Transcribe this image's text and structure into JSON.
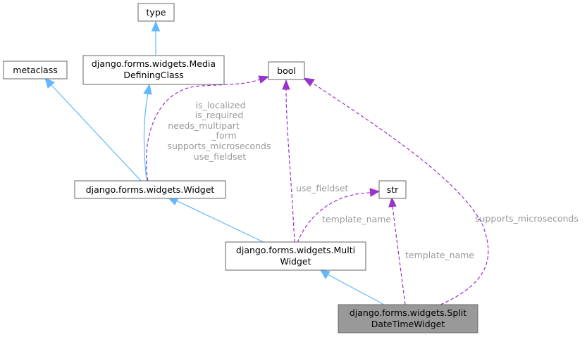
{
  "nodes": {
    "type": [
      "type"
    ],
    "media": [
      "django.forms.widgets.Media",
      "DefiningClass"
    ],
    "metaclass": [
      "metaclass"
    ],
    "bool": [
      "bool"
    ],
    "widget": [
      "django.forms.widgets.Widget"
    ],
    "str": [
      "str"
    ],
    "multi": [
      "django.forms.widgets.Multi",
      "Widget"
    ],
    "split": [
      "django.forms.widgets.Split",
      "DateTimeWidget"
    ]
  },
  "labels": {
    "widget_bool": [
      "is_localized",
      "is_required",
      "needs_multipart",
      "_form",
      "supports_microseconds",
      "use_fieldset"
    ],
    "multi_bool": "use_fieldset",
    "multi_str": "template_name",
    "split_str": "template_name",
    "split_bool": "supports_microseconds"
  },
  "colors": {
    "inheritance_edge": "#63b8ff",
    "usage_edge": "#9a32cd",
    "focus_node_fill": "#999999",
    "edge_label": "#9a9a9a"
  }
}
